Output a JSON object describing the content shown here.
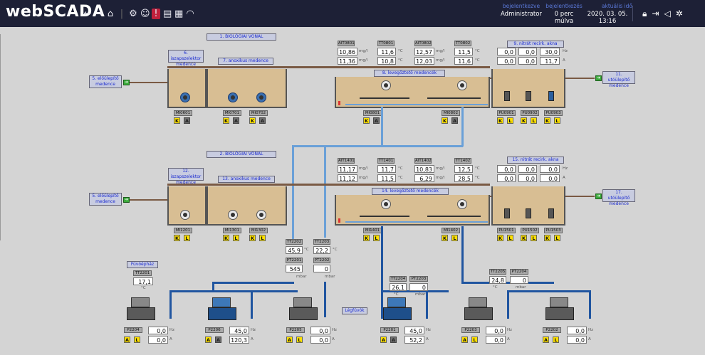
{
  "header": {
    "logo": "webSCADA",
    "logged_in_label": "bejelentkezve",
    "logged_in_value": "Administrator",
    "login_time_label": "bejelentkezés",
    "login_time_value": "0 perc múlva",
    "current_time_label": "aktuális idő",
    "current_time_value": "2020. 03. 05. 13:16"
  },
  "labels": {
    "line1": "1. BIOLÓGIAI VONAL",
    "line2": "2. BIOLÓGIAI VONAL",
    "sludge6": "6. iszapszelektor medence",
    "anox7": "7. anoxikus medence",
    "aer8": "8. levegőztető medencék",
    "nitrat9": "9. nitrát recirk. akna",
    "inlet5a": "5. előülepítő medence",
    "outlet11": "11. utóülepítő medence",
    "sludge12": "12. iszapszelektor medence",
    "anox13": "13. anoxikus medence",
    "aer14": "14. levegőztető medencék",
    "nitrat15": "15. nitrát recirk. akna",
    "inlet5b": "5. előülepítő medence",
    "outlet17": "17. utóülepítő medence",
    "blowerhouse": "Fúvóépház",
    "blowers": "Légfúvók"
  },
  "top_meas": {
    "ait0801": {
      "tag": "AIT0801",
      "v1": "10,86",
      "v2": "11,36",
      "u": "mg/l"
    },
    "tt0801": {
      "tag": "TT0801",
      "v1": "11,6",
      "v2": "10,8",
      "u": "°C"
    },
    "ait0802": {
      "tag": "AIT0802",
      "v1": "12,57",
      "v2": "12,03",
      "u": "mg/l"
    },
    "tt0802": {
      "tag": "TT0802",
      "v1": "11,5",
      "v2": "11,6",
      "u": "°C"
    }
  },
  "nitrat_top": {
    "r1": [
      "0,0",
      "0,0",
      "30,0"
    ],
    "r2": [
      "0,0",
      "0,0",
      "11,7"
    ],
    "u1": "Hz",
    "u2": "A"
  },
  "bot_meas": {
    "ait1401": {
      "tag": "AIT1401",
      "v1": "11,17",
      "v2": "11,12",
      "u": "mg/l"
    },
    "tt1401": {
      "tag": "TT1401",
      "v1": "11,7",
      "v2": "11,5",
      "u": "°C"
    },
    "ait1402": {
      "tag": "AIT1402",
      "v1": "10,83",
      "v2": "6,29",
      "u": "mg/l"
    },
    "tt1402": {
      "tag": "TT1402",
      "v1": "12,5",
      "v2": "28,5",
      "u": "°C"
    }
  },
  "nitrat_bot": {
    "r1": [
      "0,0",
      "0,0",
      "0,0"
    ],
    "r2": [
      "0,0",
      "0,0",
      "0,0"
    ],
    "u1": "Hz",
    "u2": "A"
  },
  "mixers_top": [
    "MI0601",
    "MI0701",
    "MI0702",
    "MI0801",
    "MI0802"
  ],
  "pumps_top": [
    "PU0901",
    "PU0902",
    "PU0903"
  ],
  "mixers_bot": [
    "MI1201",
    "MI1301",
    "MI1302",
    "MI1401",
    "MI1402"
  ],
  "pumps_bot": [
    "PU1501",
    "PU1502",
    "PU1503"
  ],
  "btn": {
    "k": "K",
    "a": "A",
    "l": "L"
  },
  "center_meas": {
    "tt2202": {
      "tag": "TT2202",
      "v": "45,9",
      "u": "°C"
    },
    "tt2203": {
      "tag": "TT2203",
      "v": "22,2",
      "u": "°C"
    },
    "pt2201": {
      "tag": "PT2201",
      "v": "545",
      "u": "mbar"
    },
    "pt2202": {
      "tag": "PT2202",
      "v": "0",
      "u": "mbar"
    },
    "tt2201": {
      "tag": "TT2201",
      "v": "17,1",
      "u": "°C"
    },
    "tt2204": {
      "tag": "TT2204",
      "v": "26,1",
      "u": "°C"
    },
    "pt2203": {
      "tag": "PT2203",
      "v": "0",
      "u": "mbar"
    },
    "tt2205": {
      "tag": "TT2205",
      "v": "24,8",
      "u": "°C"
    },
    "pt2204": {
      "tag": "PT2204",
      "v": "0",
      "u": "mbar"
    }
  },
  "blower_units": [
    {
      "tag": "P2204",
      "hz": "0,0",
      "a": "0,0"
    },
    {
      "tag": "P2206",
      "hz": "45,0",
      "a": "120,3"
    },
    {
      "tag": "P2205",
      "hz": "0,0",
      "a": "0,0"
    },
    {
      "tag": "P2201",
      "hz": "45,0",
      "a": "52,2"
    },
    {
      "tag": "P2203",
      "hz": "0,0",
      "a": "0,0"
    },
    {
      "tag": "P2202",
      "hz": "0,0",
      "a": "0,0"
    }
  ],
  "units": {
    "hz": "Hz",
    "a": "A"
  }
}
